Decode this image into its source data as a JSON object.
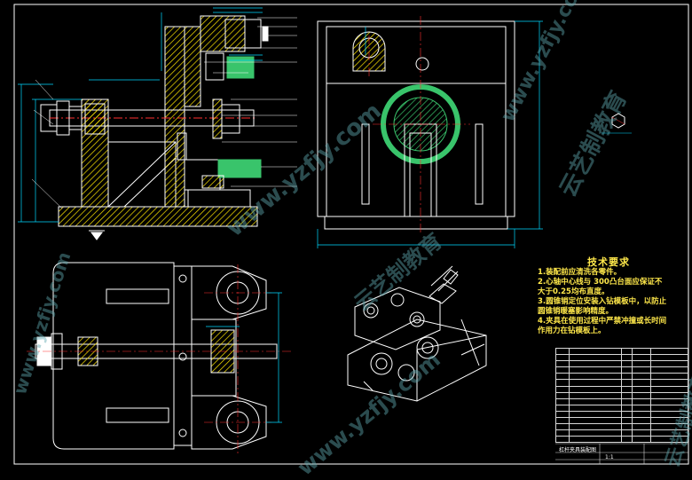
{
  "technical_requirements": {
    "title": "技术要求",
    "notes": [
      "1.装配前应清洗各零件。",
      "2.心轴中心线与  300凸台面应保证不",
      "大于0.25均布直度。",
      "3.圆锥销定位安装入钻模板中，以防止",
      "圆锥销暖塞影响精度。",
      "4.夹具在使用过程中严禁冲撞或长时间",
      "作用力在钻模板上。"
    ]
  },
  "title_block": {
    "name": "杠杆夹具装配图",
    "scale": "1:1"
  },
  "watermarks": [
    "www.yzfjy.com",
    "云艺制教育"
  ],
  "colors": {
    "background": "#000000",
    "line": "#ffffff",
    "hatch": "#ffe600",
    "dimension": "#00d8ff",
    "centerline": "#ff3030",
    "highlight": "#39c46b",
    "text": "#ffe84a"
  }
}
